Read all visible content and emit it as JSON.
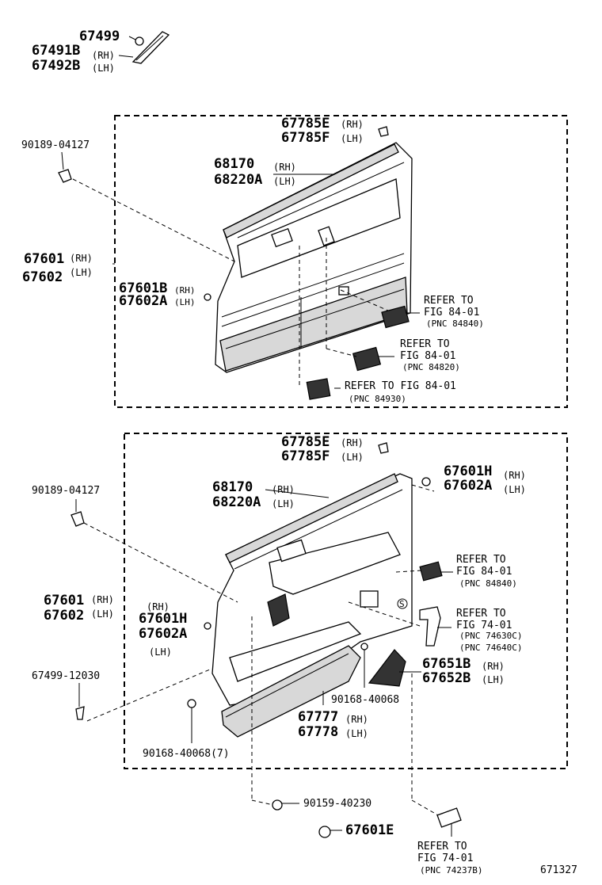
{
  "callouts": [
    {
      "id": "c-67499",
      "text": "67499"
    },
    {
      "id": "c-67491b",
      "text": "67491B"
    },
    {
      "id": "c-67491b-rh",
      "text": "(RH)"
    },
    {
      "id": "c-67492b",
      "text": "67492B"
    },
    {
      "id": "c-67492b-lh",
      "text": "(LH)"
    },
    {
      "id": "c-u-67785e",
      "text": "67785E"
    },
    {
      "id": "c-u-67785e-rh",
      "text": "(RH)"
    },
    {
      "id": "c-u-67785f",
      "text": "67785F"
    },
    {
      "id": "c-u-67785f-lh",
      "text": "(LH)"
    },
    {
      "id": "c-u-90189",
      "text": "90189-04127"
    },
    {
      "id": "c-u-68170",
      "text": "68170"
    },
    {
      "id": "c-u-68170-rh",
      "text": "(RH)"
    },
    {
      "id": "c-u-68220a",
      "text": "68220A"
    },
    {
      "id": "c-u-68220a-lh",
      "text": "(LH)"
    },
    {
      "id": "c-u-67601",
      "text": "67601"
    },
    {
      "id": "c-u-67601-rh",
      "text": "(RH)"
    },
    {
      "id": "c-u-67602",
      "text": "67602"
    },
    {
      "id": "c-u-67602-lh",
      "text": "(LH)"
    },
    {
      "id": "c-u-67601b",
      "text": "67601B"
    },
    {
      "id": "c-u-67601b-rh",
      "text": "(RH)"
    },
    {
      "id": "c-u-67602a",
      "text": "67602A"
    },
    {
      "id": "c-u-67602a-lh",
      "text": "(LH)"
    },
    {
      "id": "c-l-67785e",
      "text": "67785E"
    },
    {
      "id": "c-l-67785e-rh",
      "text": "(RH)"
    },
    {
      "id": "c-l-67785f",
      "text": "67785F"
    },
    {
      "id": "c-l-67785f-lh",
      "text": "(LH)"
    },
    {
      "id": "c-l-90189",
      "text": "90189-04127"
    },
    {
      "id": "c-l-68170",
      "text": "68170"
    },
    {
      "id": "c-l-68170-rh",
      "text": "(RH)"
    },
    {
      "id": "c-l-68220a",
      "text": "68220A"
    },
    {
      "id": "c-l-68220a-lh",
      "text": "(LH)"
    },
    {
      "id": "c-l-67601h-top",
      "text": "67601H"
    },
    {
      "id": "c-l-67601h-top-rh",
      "text": "(RH)"
    },
    {
      "id": "c-l-67602a-top",
      "text": "67602A"
    },
    {
      "id": "c-l-67602a-top-lh",
      "text": "(LH)"
    },
    {
      "id": "c-l-67601",
      "text": "67601"
    },
    {
      "id": "c-l-67601-rh",
      "text": "(RH)"
    },
    {
      "id": "c-l-67602",
      "text": "67602"
    },
    {
      "id": "c-l-67602-lh",
      "text": "(LH)"
    },
    {
      "id": "c-l-mid-rh",
      "text": "(RH)"
    },
    {
      "id": "c-l-67601h-mid",
      "text": "67601H"
    },
    {
      "id": "c-l-67602a-mid",
      "text": "67602A"
    },
    {
      "id": "c-l-mid-lh",
      "text": "(LH)"
    },
    {
      "id": "c-l-67499-12030",
      "text": "67499-12030"
    },
    {
      "id": "c-l-67651b",
      "text": "67651B"
    },
    {
      "id": "c-l-67651b-rh",
      "text": "(RH)"
    },
    {
      "id": "c-l-67652b",
      "text": "67652B"
    },
    {
      "id": "c-l-67652b-lh",
      "text": "(LH)"
    },
    {
      "id": "c-l-90168-40068",
      "text": "90168-40068"
    },
    {
      "id": "c-l-67777",
      "text": "67777"
    },
    {
      "id": "c-l-67777-rh",
      "text": "(RH)"
    },
    {
      "id": "c-l-67778",
      "text": "67778"
    },
    {
      "id": "c-l-67778-lh",
      "text": "(LH)"
    },
    {
      "id": "c-l-90168-40068-7",
      "text": "90168-40068(7)"
    },
    {
      "id": "c-b-90159",
      "text": "90159-40230"
    },
    {
      "id": "c-b-67601e",
      "text": "67601E"
    },
    {
      "id": "c-s-mark",
      "text": "S"
    },
    {
      "id": "c-figure-number",
      "text": "671327"
    }
  ],
  "references": [
    {
      "id": "r-u-84840",
      "line1": "REFER TO",
      "line2": "FIG 84-01",
      "pnc": "(PNC 84840)"
    },
    {
      "id": "r-u-84820",
      "line1": "REFER TO",
      "line2": "FIG 84-01",
      "pnc": "(PNC 84820)"
    },
    {
      "id": "r-u-84930",
      "line1": "REFER TO FIG 84-01",
      "line2": "",
      "pnc": "(PNC 84930)"
    },
    {
      "id": "r-l-84840",
      "line1": "REFER TO",
      "line2": "FIG 84-01",
      "pnc": "(PNC 84840)"
    },
    {
      "id": "r-l-74630c",
      "line1": "REFER TO",
      "line2": "FIG 74-01",
      "pnc": "(PNC 74630C)",
      "pnc2": "(PNC 74640C)"
    },
    {
      "id": "r-b-74237b",
      "line1": "REFER TO",
      "line2": "FIG 74-01",
      "pnc": "(PNC 74237B)"
    }
  ],
  "colors": {
    "ink": "#000000",
    "paper": "#ffffff",
    "shade": "#d8d8d8"
  }
}
